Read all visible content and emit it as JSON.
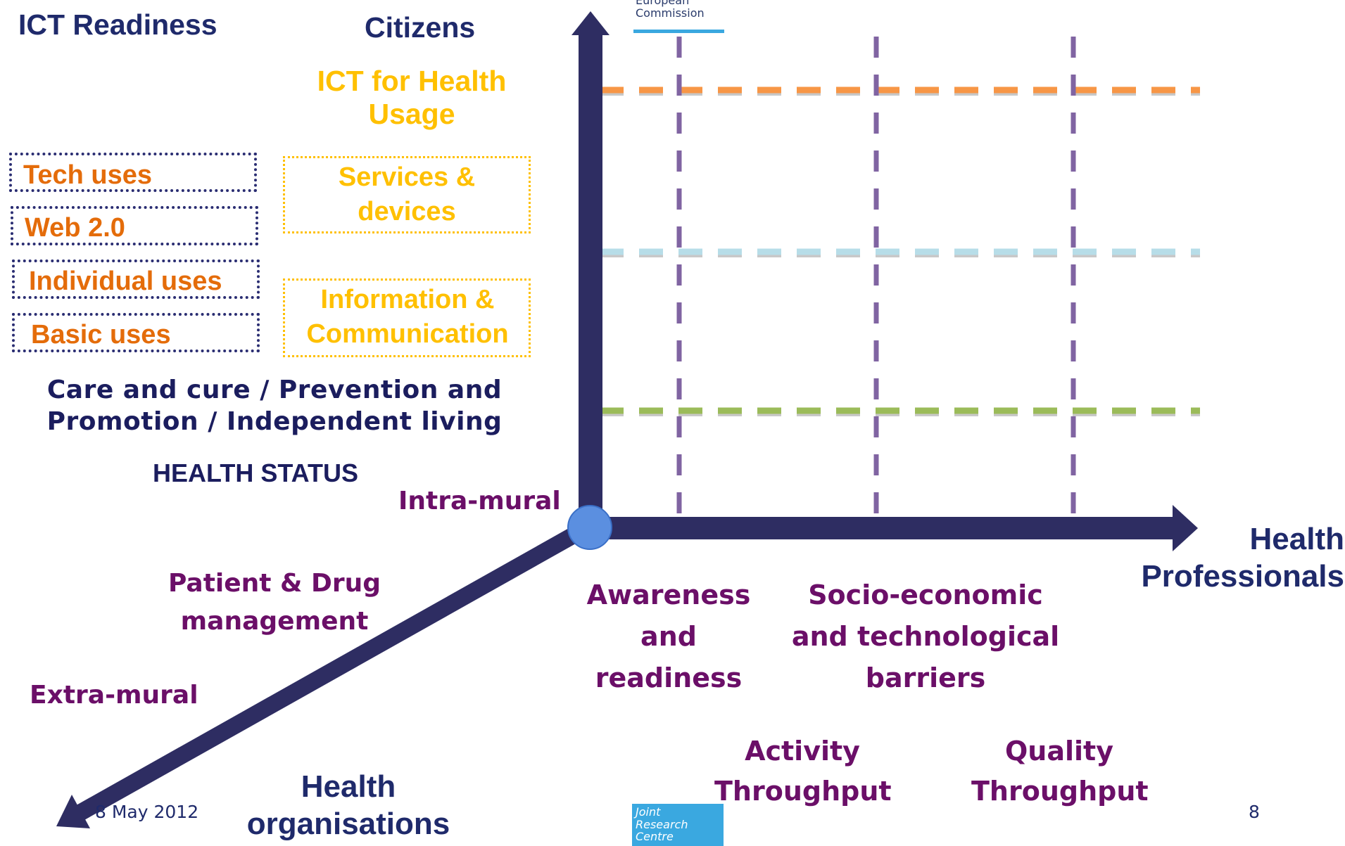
{
  "header": {
    "ict_readiness": "ICT Readiness",
    "citizens": "Citizens",
    "ict_health_usage": "ICT for Health Usage",
    "logo_top": "European Commission"
  },
  "readiness_items": [
    "Tech uses",
    "Web 2.0",
    "Individual uses",
    "Basic uses"
  ],
  "usage_items": [
    "Services & devices",
    "Information & Communication"
  ],
  "health_status": {
    "domains": "Care and cure / Prevention and Promotion / Independent living",
    "label": "HEALTH STATUS"
  },
  "organisation_axis": {
    "intra": "Intra-mural",
    "middle": "Patient & Drug management",
    "extra": "Extra-mural",
    "title": "Health organisations"
  },
  "professionals_axis": {
    "title": "Health Professionals",
    "col1": "Awareness and readiness",
    "col2": "Socio-economic and technological barriers"
  },
  "throughput": {
    "activity": "Activity Throughput",
    "quality": "Quality Throughput"
  },
  "footer": {
    "date": "8 May 2012",
    "page": "8",
    "logo_bottom": "Joint Research Centre"
  },
  "colors": {
    "axis": "#2e2d62",
    "orange_line": "#f79646",
    "blue_line": "#b7dde8",
    "green_line": "#9bbb59",
    "purple_line": "#8064a2",
    "origin": "#5b8fe0",
    "logo_blue": "#3aa8e0"
  }
}
